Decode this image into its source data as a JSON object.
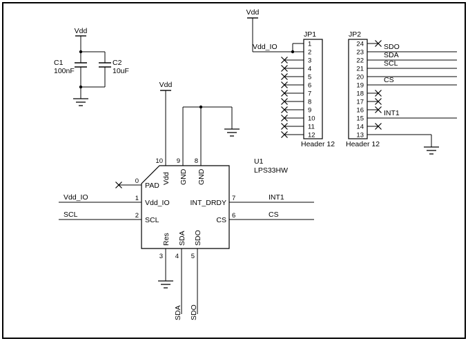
{
  "sheet": {
    "background": "#ffffff",
    "line_color": "#000000"
  },
  "power": {
    "vdd": "Vdd"
  },
  "capacitors": {
    "c1": {
      "ref": "C1",
      "value": "100nF"
    },
    "c2": {
      "ref": "C2",
      "value": "10uF"
    }
  },
  "headers": {
    "jp1": {
      "ref": "JP1",
      "footprint": "Header 12",
      "net_label": "Vdd_IO",
      "pins": [
        "1",
        "2",
        "3",
        "4",
        "5",
        "6",
        "7",
        "8",
        "9",
        "10",
        "11",
        "12"
      ]
    },
    "jp2": {
      "ref": "JP2",
      "footprint": "Header 12",
      "pins": [
        "24",
        "23",
        "22",
        "21",
        "20",
        "19",
        "18",
        "17",
        "16",
        "15",
        "14",
        "13"
      ],
      "net_labels": {
        "sdo": "SDO",
        "sda": "SDA",
        "scl": "SCL",
        "cs": "CS",
        "int1": "INT1"
      }
    }
  },
  "ic": {
    "ref": "U1",
    "part": "LPS33HW",
    "pins": {
      "p0": {
        "num": "0",
        "name": "PAD"
      },
      "p1": {
        "num": "1",
        "name": "Vdd_IO"
      },
      "p2": {
        "num": "2",
        "name": "SCL"
      },
      "p3": {
        "num": "3",
        "name": "Res"
      },
      "p4": {
        "num": "4",
        "name": "SDA"
      },
      "p5": {
        "num": "5",
        "name": "SDO"
      },
      "p6": {
        "num": "6",
        "name": "CS"
      },
      "p7": {
        "num": "7",
        "name": "INT_DRDY"
      },
      "p8": {
        "num": "8",
        "name": "GND"
      },
      "p9": {
        "num": "9",
        "name": "GND"
      },
      "p10": {
        "num": "10",
        "name": "Vdd"
      }
    },
    "net_labels": {
      "vdd_io": "Vdd_IO",
      "scl": "SCL",
      "int1": "INT1",
      "cs": "CS",
      "sda": "SDA",
      "sdo": "SDO"
    }
  }
}
